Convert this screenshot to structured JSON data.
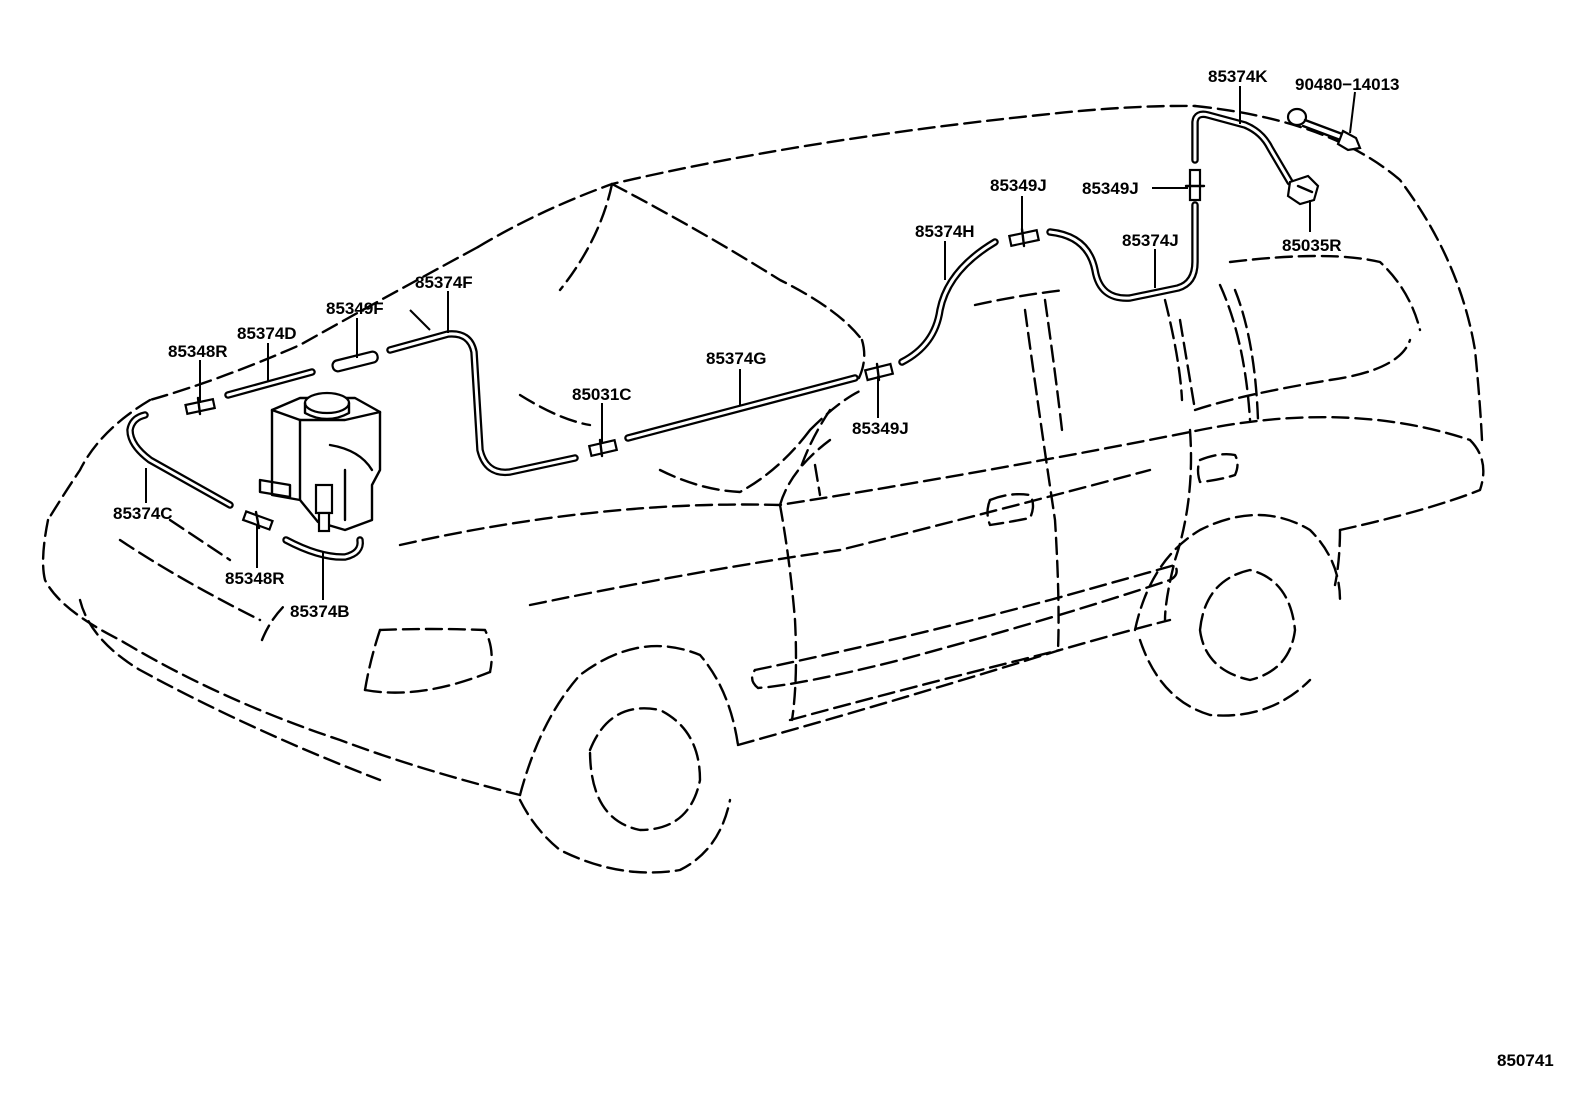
{
  "diagram": {
    "figure_number": "850741",
    "callouts": {
      "c85374K": "85374K",
      "c90480": "90480−14013",
      "c85349J_top": "85349J",
      "c85349J_right": "85349J",
      "c85349J_lower": "85349J",
      "c85374H": "85374H",
      "c85374J": "85374J",
      "c85035R": "85035R",
      "c85374F": "85374F",
      "c85349F": "85349F",
      "c85374D": "85374D",
      "c85348R_top": "85348R",
      "c85348R_bottom": "85348R",
      "c85374G": "85374G",
      "c85031C": "85031C",
      "c85374C": "85374C",
      "c85374B": "85374B"
    }
  }
}
